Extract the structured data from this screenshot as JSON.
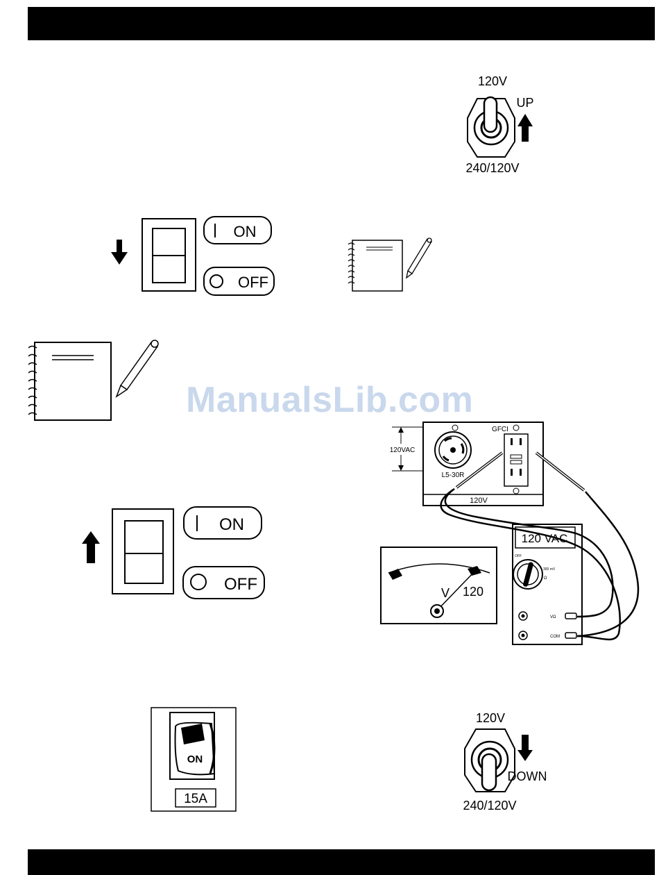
{
  "toggle_up": {
    "top_label": "120V",
    "bottom_label": "240/120V",
    "direction_label": "UP"
  },
  "toggle_down": {
    "top_label": "120V",
    "bottom_label": "240/120V",
    "direction_label": "DOWN"
  },
  "rocker_off": {
    "on_label": "ON",
    "off_label": "OFF"
  },
  "rocker_on": {
    "on_label": "ON",
    "off_label": "OFF"
  },
  "outlet_panel": {
    "voltage_label": "120VAC",
    "receptacle_label": "L5-30R",
    "gfci_label": "GFCI",
    "panel_label": "120V"
  },
  "analog_meter": {
    "unit_label": "V",
    "reading": "120"
  },
  "multimeter": {
    "display": "120 VAC",
    "dial_off": "OFF",
    "dial_ohm": "Ω",
    "dial_mv": "300 mV",
    "jack_v": "VΩ",
    "jack_com": "COM"
  },
  "breaker": {
    "state_label": "ON",
    "rating": "15A"
  },
  "watermark": "ManualsLib.com"
}
